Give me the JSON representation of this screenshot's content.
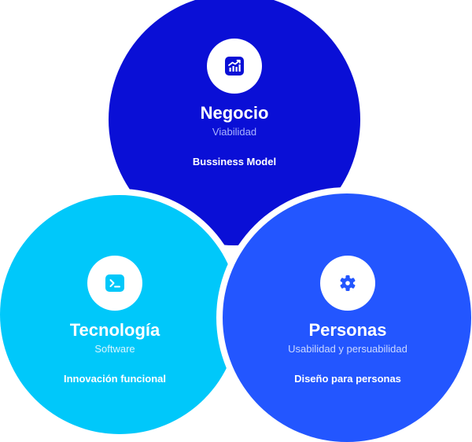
{
  "circles": [
    {
      "id": "negocio",
      "title": "Negocio",
      "subtitle": "Viabilidad",
      "tag": "Bussiness Model",
      "icon": "chart-growth-icon",
      "color": "#0a0fd6"
    },
    {
      "id": "tecnologia",
      "title": "Tecnología",
      "subtitle": "Software",
      "tag": "Innovación funcional",
      "icon": "terminal-icon",
      "color": "#00c8fa"
    },
    {
      "id": "personas",
      "title": "Personas",
      "subtitle": "Usabilidad y persuabilidad",
      "tag": "Diseño para personas",
      "icon": "gear-icon",
      "color": "#2356ff"
    }
  ],
  "colors": {
    "background": "#ffffff",
    "badge": "#ffffff",
    "text": "#ffffff"
  }
}
